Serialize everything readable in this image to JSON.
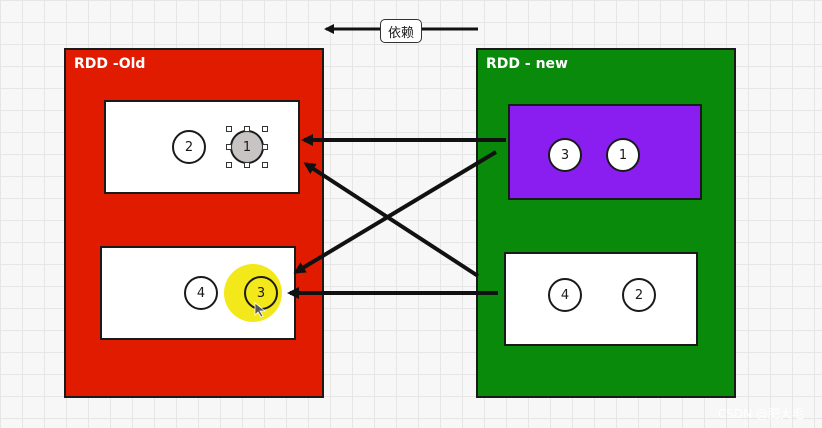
{
  "dependency": {
    "label": "依赖"
  },
  "rdd_old": {
    "title": "RDD -Old",
    "color": "#e01b00",
    "partitions": [
      {
        "nodes": [
          "2",
          "1"
        ]
      },
      {
        "nodes": [
          "4",
          "3"
        ]
      }
    ]
  },
  "rdd_new": {
    "title": "RDD - new",
    "color": "#0a8a0a",
    "partitions": [
      {
        "nodes": [
          "3",
          "1"
        ],
        "fill": "#8a1ef0"
      },
      {
        "nodes": [
          "4",
          "2"
        ]
      }
    ]
  },
  "highlight_color": "#f2e600",
  "selected_node_fill": "#c9c4c4",
  "watermark": "CSDN @肥大毛"
}
